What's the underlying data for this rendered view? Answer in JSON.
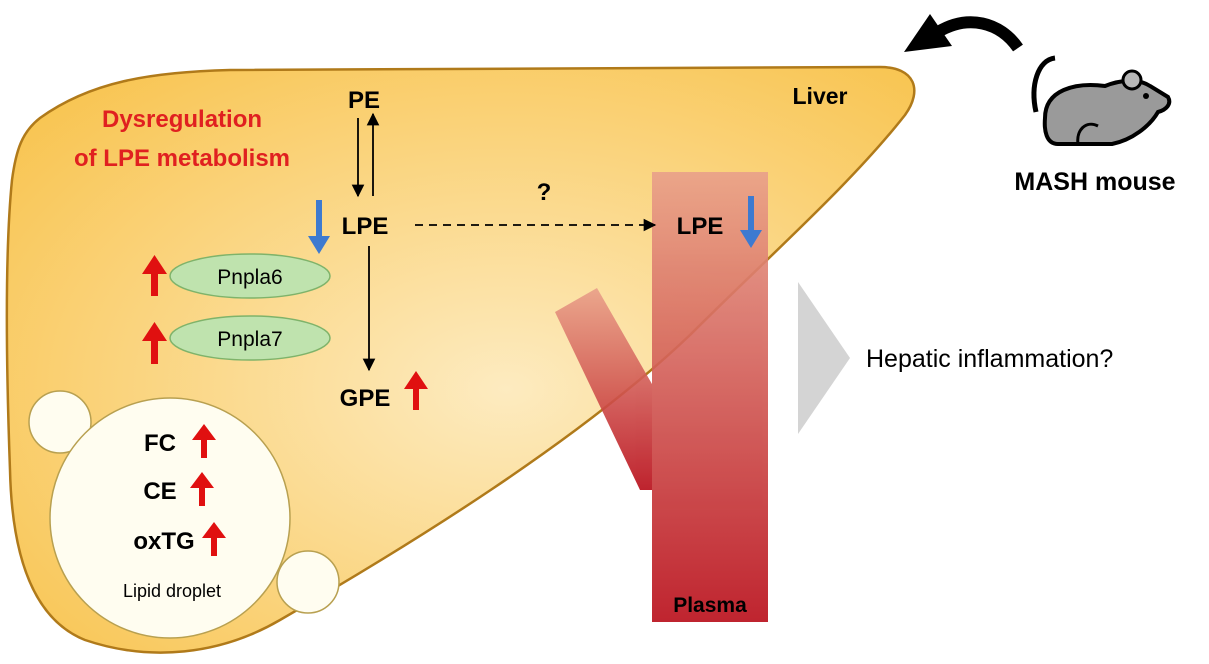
{
  "labels": {
    "liver": "Liver",
    "mouse": "MASH mouse",
    "dysregulation_line1": "Dysregulation",
    "dysregulation_line2": "of LPE metabolism",
    "pe": "PE",
    "lpe_liver": "LPE",
    "lpe_plasma": "LPE",
    "question": "?",
    "gpe": "GPE",
    "pnpla6": "Pnpla6",
    "pnpla7": "Pnpla7",
    "fc": "FC",
    "ce": "CE",
    "oxtg": "oxTG",
    "lipid_droplet": "Lipid droplet",
    "plasma": "Plasma",
    "inflammation": "Hepatic inflammation?"
  },
  "colors": {
    "liver_fill_light": "#fdebc0",
    "liver_fill_dark": "#f8c24a",
    "liver_stroke": "#b07a1a",
    "red_text": "#e02020",
    "up_arrow": "#e01010",
    "down_arrow": "#3d7ad0",
    "enzyme_fill": "#bfe3ae",
    "enzyme_stroke": "#7fb36a",
    "vessel_top": "#e9a08a",
    "vessel_bottom": "#b80c18",
    "chevron": "#d4d4d4",
    "mouse_fill": "#9a9a9a"
  },
  "icons": {
    "curved_arrow": "curved-arrow-icon",
    "mouse": "mouse-icon",
    "chevron": "chevron-right-icon"
  }
}
